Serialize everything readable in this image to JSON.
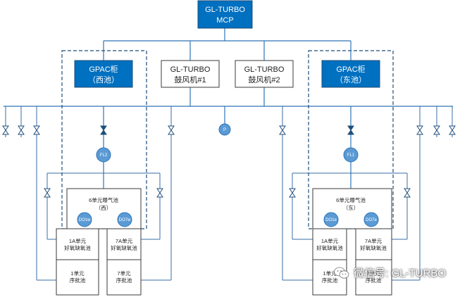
{
  "mcp": {
    "line1": "GL-TURBO",
    "line2": "MCP"
  },
  "gpac_west": {
    "line1": "GPAC柜",
    "line2": "（西池）"
  },
  "gpac_east": {
    "line1": "GPAC柜",
    "line2": "（东池）"
  },
  "blower1": {
    "line1": "GL-TURBO",
    "line2": "鼓风机#1"
  },
  "blower2": {
    "line1": "GL-TURBO",
    "line2": "鼓风机#2"
  },
  "pressure_label": "P",
  "fl2_label": "FL2",
  "fl1_label": "FL1",
  "west_tank": {
    "line1": "6单元曝气池",
    "line2": "（西）",
    "do_left": "DO1w",
    "do_right": "DO7w"
  },
  "east_tank": {
    "line1": "6单元曝气池",
    "line2": "（东）",
    "do_left": "DO1e",
    "do_right": "DO7e"
  },
  "west_sub": {
    "a1": {
      "line1": "1A单元",
      "line2": "好氧缺氧池"
    },
    "a7": {
      "line1": "7A单元",
      "line2": "好氧缺氧池"
    },
    "b1": {
      "line1": "1单元",
      "line2": "序批池"
    },
    "b7": {
      "line1": "7单元",
      "line2": "序批池"
    }
  },
  "east_sub": {
    "a1": {
      "line1": "1A单元",
      "line2": "好氧缺氧池"
    },
    "a7": {
      "line1": "7A单元",
      "line2": "好氧缺氧池"
    },
    "b1": {
      "line1": "1单元",
      "line2": "序批池"
    },
    "b7": {
      "line1": "7单元",
      "line2": "序批池"
    }
  },
  "watermark": {
    "text": "微信号: GL-TURBO",
    "icon": "wechat-icon"
  }
}
